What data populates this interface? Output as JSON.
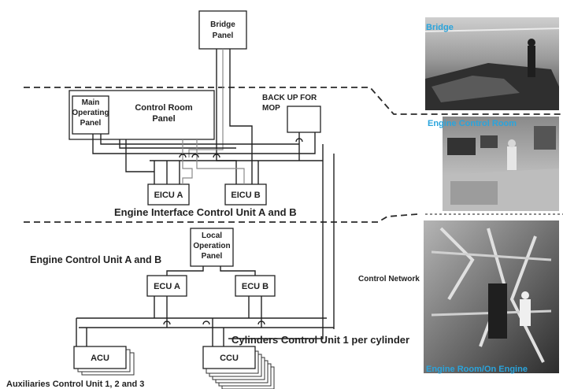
{
  "colors": {
    "photo_caption": "#2aa4dc",
    "line": "#222222",
    "photo_bg_dark": "#3a3a3a"
  },
  "boxes": {
    "bridge_panel": [
      "Bridge",
      "Panel"
    ],
    "main_operating_panel": [
      "Main",
      "Operating",
      "Panel"
    ],
    "control_room_panel": [
      "Control Room",
      "Panel"
    ],
    "backup_mop": [
      "BACK UP FOR",
      "MOP"
    ],
    "eicu_a": "EICU A",
    "eicu_b": "EICU B",
    "local_operation_panel": [
      "Local",
      "Operation",
      "Panel"
    ],
    "ecu_a": "ECU A",
    "ecu_b": "ECU B",
    "acu": "ACU",
    "ccu": "CCU"
  },
  "labels": {
    "eicu_section": "Engine Interface Control Unit A and B",
    "ecu_section": "Engine Control Unit A and B",
    "control_network": "Control Network",
    "ccu_section": "Cylinders Control Unit 1 per cylinder",
    "acu_section": "Auxiliaries Control Unit 1, 2 and 3"
  },
  "photos": {
    "bridge": "Bridge",
    "engine_control_room": "Engine Control Room",
    "engine_room": "Engine Room/On Engine"
  },
  "icons": {
    "bridge": "bridge-photo-icon",
    "engine_control_room": "control-room-photo-icon",
    "engine_room": "engine-room-photo-icon"
  }
}
